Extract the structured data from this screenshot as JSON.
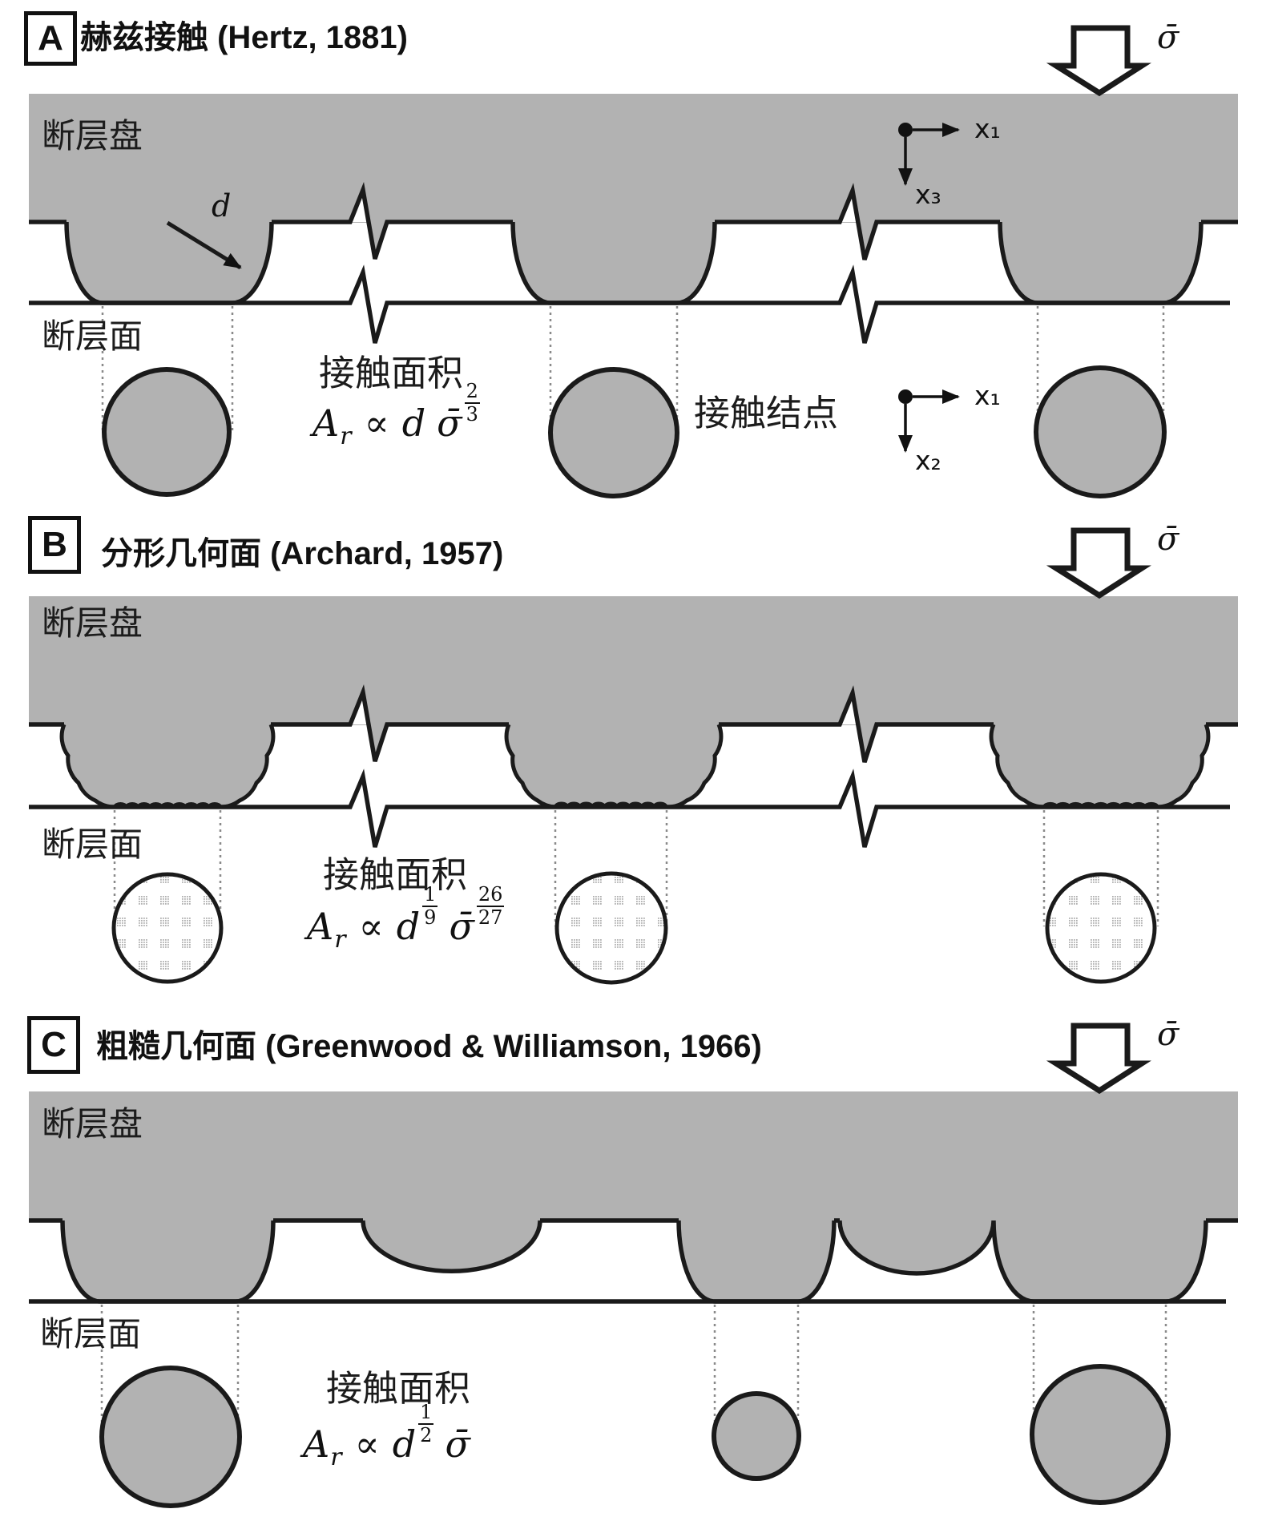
{
  "figure": {
    "background": "#ffffff",
    "ink": "#1a1a1a",
    "block_gray": "#b2b2b2",
    "dash_gray": "#8a8a8a",
    "stipple_gray": "#b0b0b0"
  },
  "panels": [
    {
      "letter": "A",
      "title": "赫兹接触 (Hertz, 1881)",
      "applied_stress": "σ̄",
      "hanging_wall_label": "断层盘",
      "fault_plane_label": "断层面",
      "contact_area_label": "接触面积",
      "contact_junction_label": "接触结点",
      "asperity_diameter_label": "d",
      "axes_surface": {
        "x1": "x₁",
        "x3": "x₃"
      },
      "axes_plane": {
        "x1": "x₁",
        "x2": "x₂"
      },
      "formula": {
        "lhs": "A",
        "lhs_sub": "r",
        "relation": "∝",
        "term1": "d",
        "term2": "σ̄",
        "term2_exp_num": "2",
        "term2_exp_den": "3"
      }
    },
    {
      "letter": "B",
      "title": "分形几何面 (Archard, 1957)",
      "applied_stress": "σ̄",
      "hanging_wall_label": "断层盘",
      "fault_plane_label": "断层面",
      "contact_area_label": "接触面积",
      "formula": {
        "lhs": "A",
        "lhs_sub": "r",
        "relation": "∝",
        "term1": "d",
        "term1_exp_num": "1",
        "term1_exp_den": "9",
        "term2": "σ̄",
        "term2_exp_num": "26",
        "term2_exp_den": "27"
      }
    },
    {
      "letter": "C",
      "title": "粗糙几何面 (Greenwood & Williamson, 1966)",
      "applied_stress": "σ̄",
      "hanging_wall_label": "断层盘",
      "fault_plane_label": "断层面",
      "contact_area_label": "接触面积",
      "formula": {
        "lhs": "A",
        "lhs_sub": "r",
        "relation": "∝",
        "term1": "d",
        "term1_exp_num": "1",
        "term1_exp_den": "2",
        "term2": "σ̄"
      }
    }
  ]
}
